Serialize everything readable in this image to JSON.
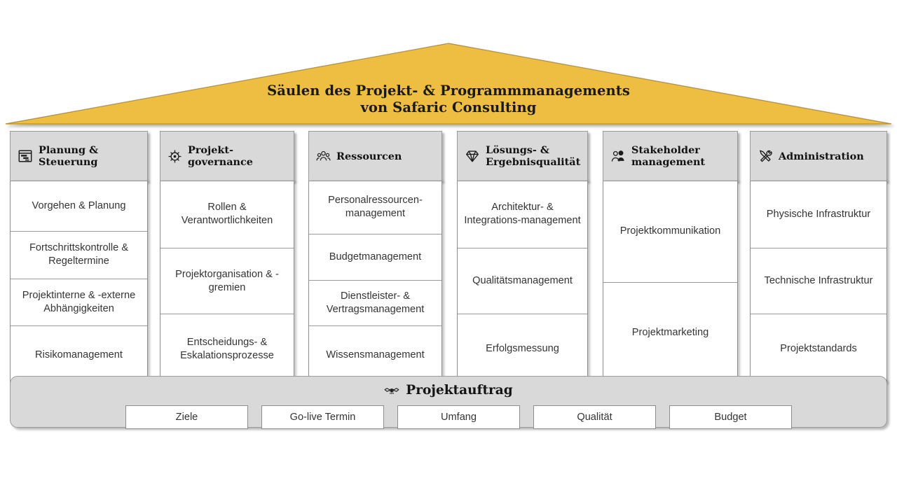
{
  "roof": {
    "title_line1": "Säulen des Projekt- & Programmmanagements",
    "title_line2": "von Safaric Consulting",
    "color": "#EDBE42",
    "border_color": "#B8902B"
  },
  "theme": {
    "header_fill": "#D9D9D9",
    "cell_fill": "#FFFFFF",
    "border": "#8D8D8D",
    "text": "#343434",
    "heading_text": "#121212"
  },
  "pillars": [
    {
      "icon": "gantt-chart-icon",
      "title": "Planung & Steuerung",
      "items": [
        "Vorgehen & Planung",
        "Fortschrittskontrolle & Regeltermine",
        "Projektinterne & -externe Abhängigkeiten",
        "Risikomanagement"
      ]
    },
    {
      "icon": "ship-helm-icon",
      "title": "Projekt-governance",
      "items": [
        "Rollen & Verantwortlichkeiten",
        "Projektorganisation & -gremien",
        "Entscheidungs- & Eskalationsprozesse"
      ]
    },
    {
      "icon": "people-group-icon",
      "title": "Ressourcen",
      "items": [
        "Personalressourcen-management",
        "Budgetmanagement",
        "Dienstleister- & Vertragsmanagement",
        "Wissensmanagement"
      ]
    },
    {
      "icon": "diamond-icon",
      "title": "Lösungs- & Ergebnisqualität",
      "items": [
        "Architektur- & Integrations-management",
        "Qualitätsmanagement",
        "Erfolgsmessung"
      ]
    },
    {
      "icon": "two-persons-icon",
      "title": "Stakeholder management",
      "items": [
        "Projektkommunikation",
        "Projektmarketing"
      ]
    },
    {
      "icon": "hammer-wrench-icon",
      "title": "Administration",
      "items": [
        "Physische Infrastruktur",
        "Technische Infrastruktur",
        "Projektstandards"
      ]
    }
  ],
  "foundation": {
    "icon": "handshake-icon",
    "title": "Projektauftrag",
    "boxes": [
      "Ziele",
      "Go-live Termin",
      "Umfang",
      "Qualität",
      "Budget"
    ]
  }
}
